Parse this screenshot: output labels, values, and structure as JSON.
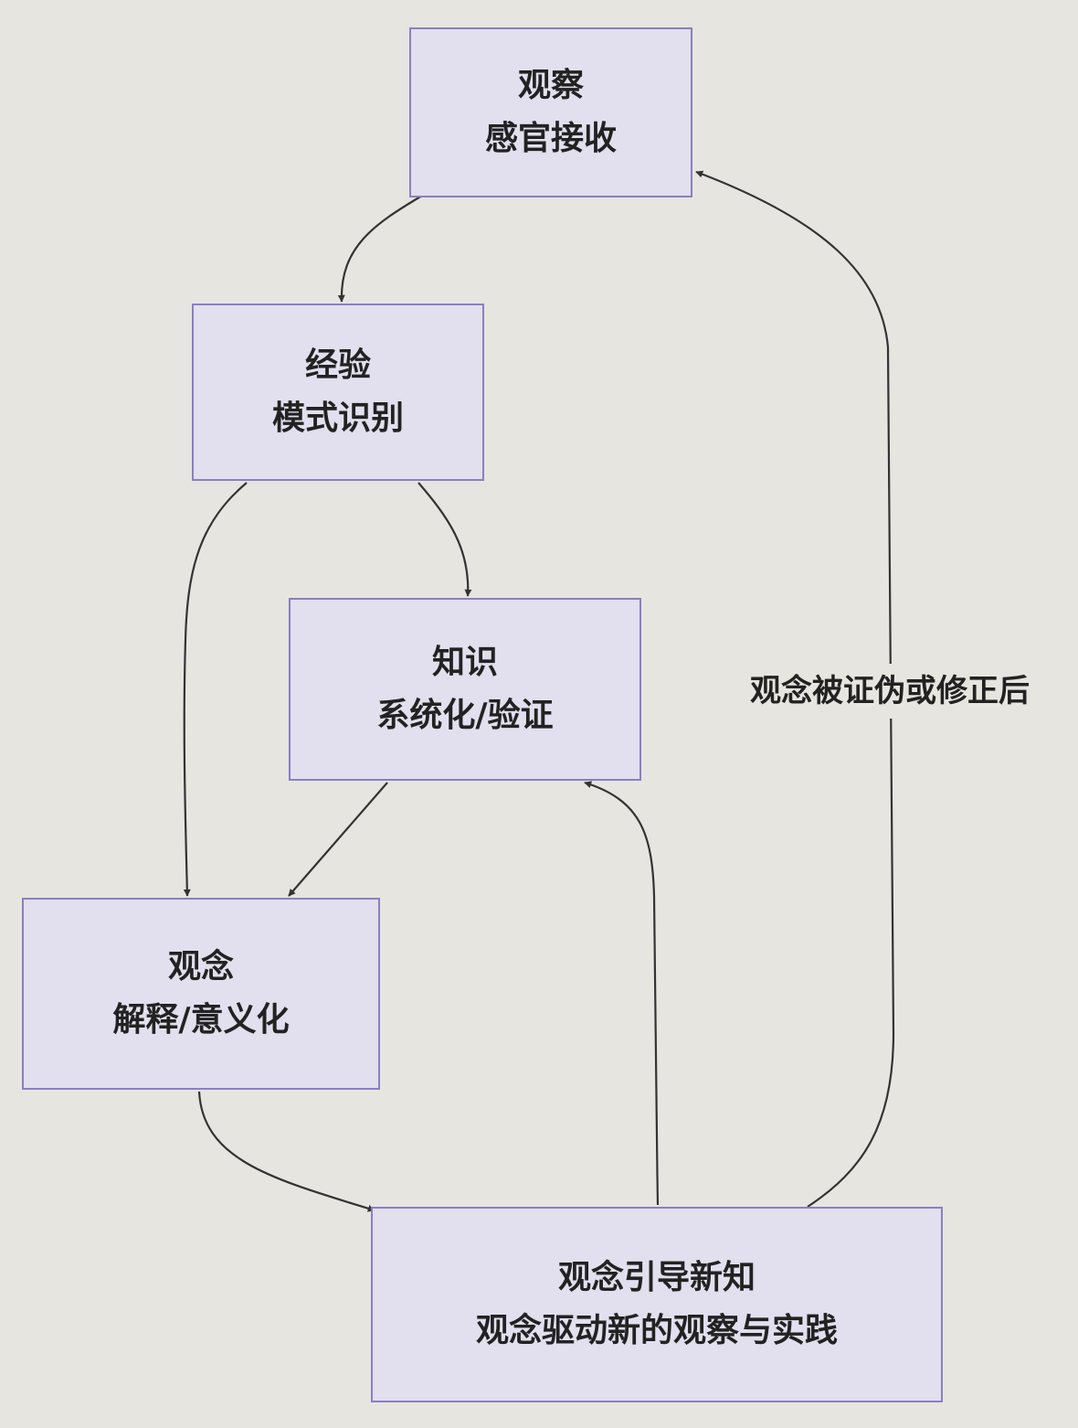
{
  "diagram": {
    "nodes": {
      "observe": {
        "title": "观察",
        "subtitle": "感官接收"
      },
      "experience": {
        "title": "经验",
        "subtitle": "模式识别"
      },
      "knowledge": {
        "title": "知识",
        "subtitle": "系统化/验证"
      },
      "idea": {
        "title": "观念",
        "subtitle": "解释/意义化"
      },
      "guide": {
        "title": "观念引导新知",
        "subtitle": "观念驱动新的观察与实践"
      }
    },
    "edges": [
      {
        "from": "observe",
        "to": "experience",
        "label": ""
      },
      {
        "from": "experience",
        "to": "knowledge",
        "label": ""
      },
      {
        "from": "experience",
        "to": "idea",
        "label": ""
      },
      {
        "from": "knowledge",
        "to": "idea",
        "label": ""
      },
      {
        "from": "idea",
        "to": "guide",
        "label": ""
      },
      {
        "from": "guide",
        "to": "knowledge",
        "label": ""
      },
      {
        "from": "guide",
        "to": "observe",
        "label": "观念被证伪或修正后"
      }
    ],
    "colors": {
      "node_fill": "#e2dfee",
      "node_border": "#8a80c0",
      "edge": "#333333",
      "background": "#e6e5e0"
    }
  }
}
